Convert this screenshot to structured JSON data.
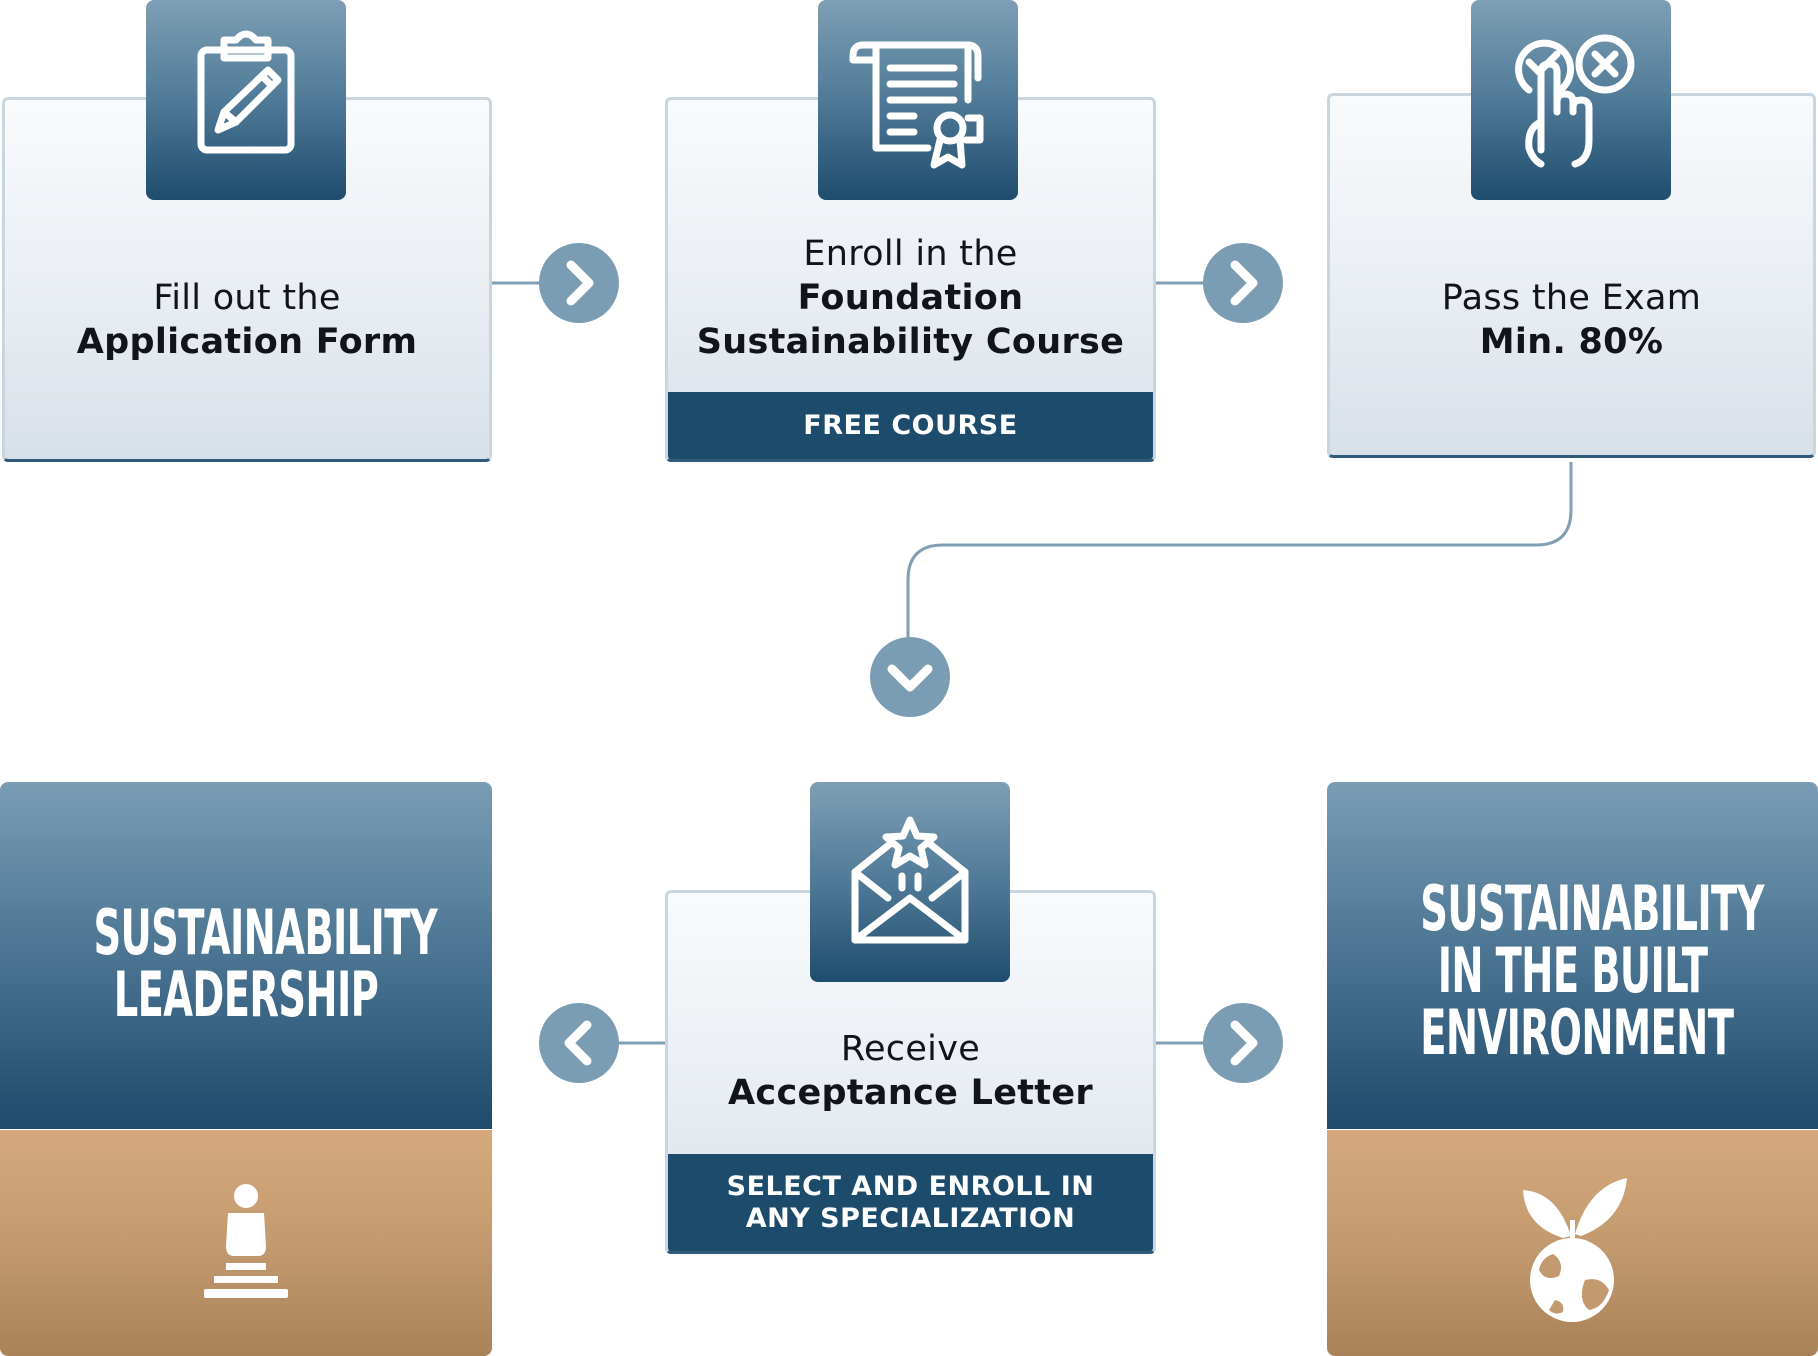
{
  "steps": {
    "application": {
      "line1": "Fill out the",
      "line2": "Application Form"
    },
    "foundation": {
      "line1": "Enroll in the",
      "line2": "Foundation",
      "line3": "Sustainability Course",
      "banner": "FREE COURSE"
    },
    "exam": {
      "line1": "Pass the Exam",
      "line2": "Min. 80%"
    },
    "acceptance": {
      "line1": "Receive",
      "line2": "Acceptance Letter",
      "banner_line1": "SELECT AND ENROLL IN",
      "banner_line2": "ANY SPECIALIZATION"
    }
  },
  "specializations": {
    "leadership": {
      "line1": "SUSTAINABILITY",
      "line2": "LEADERSHIP"
    },
    "built_environment": {
      "line1": "SUSTAINABILITY",
      "line2": "IN THE BUILT",
      "line3": "ENVIRONMENT"
    }
  },
  "icons": {
    "application": "clipboard-pencil-icon",
    "foundation": "certificate-scroll-icon",
    "exam": "check-cross-choice-icon",
    "acceptance": "envelope-star-icon",
    "leadership": "chess-pawn-icon",
    "built_environment": "earth-sprout-icon",
    "arrow_right": "chevron-right-icon",
    "arrow_left": "chevron-left-icon",
    "arrow_down": "chevron-down-icon"
  },
  "colors": {
    "navy": "#1d4b6c",
    "steel_blue": "#7b9db4",
    "sand": "#c39a6f"
  }
}
